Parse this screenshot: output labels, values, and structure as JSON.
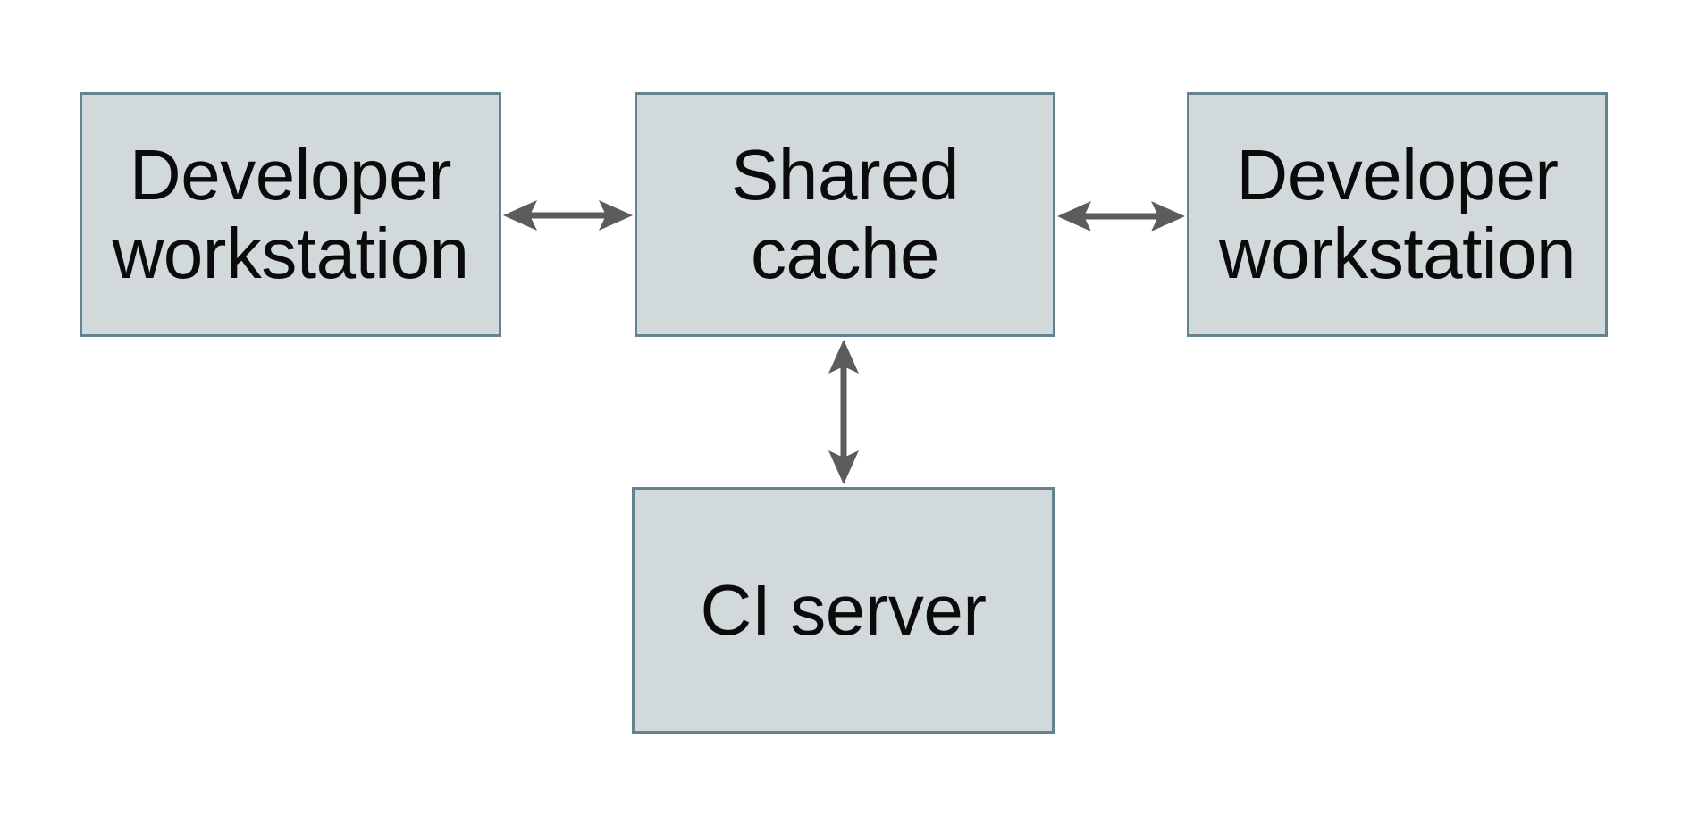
{
  "diagram": {
    "type": "architecture-diagram",
    "nodes": [
      {
        "id": "developer-workstation-left",
        "label": "Developer workstation"
      },
      {
        "id": "shared-cache",
        "label": "Shared cache"
      },
      {
        "id": "developer-workstation-right",
        "label": "Developer workstation"
      },
      {
        "id": "ci-server",
        "label": "CI server"
      }
    ],
    "edges": [
      {
        "from": "developer-workstation-left",
        "to": "shared-cache",
        "direction": "bidirectional",
        "orientation": "horizontal"
      },
      {
        "from": "shared-cache",
        "to": "developer-workstation-right",
        "direction": "bidirectional",
        "orientation": "horizontal"
      },
      {
        "from": "shared-cache",
        "to": "ci-server",
        "direction": "bidirectional",
        "orientation": "vertical"
      }
    ],
    "colors": {
      "background": "#ffffff",
      "node_fill": "#d1d9db",
      "node_border": "#65828f",
      "arrow": "#5a5c5e",
      "text": "#0b0b0b"
    }
  }
}
